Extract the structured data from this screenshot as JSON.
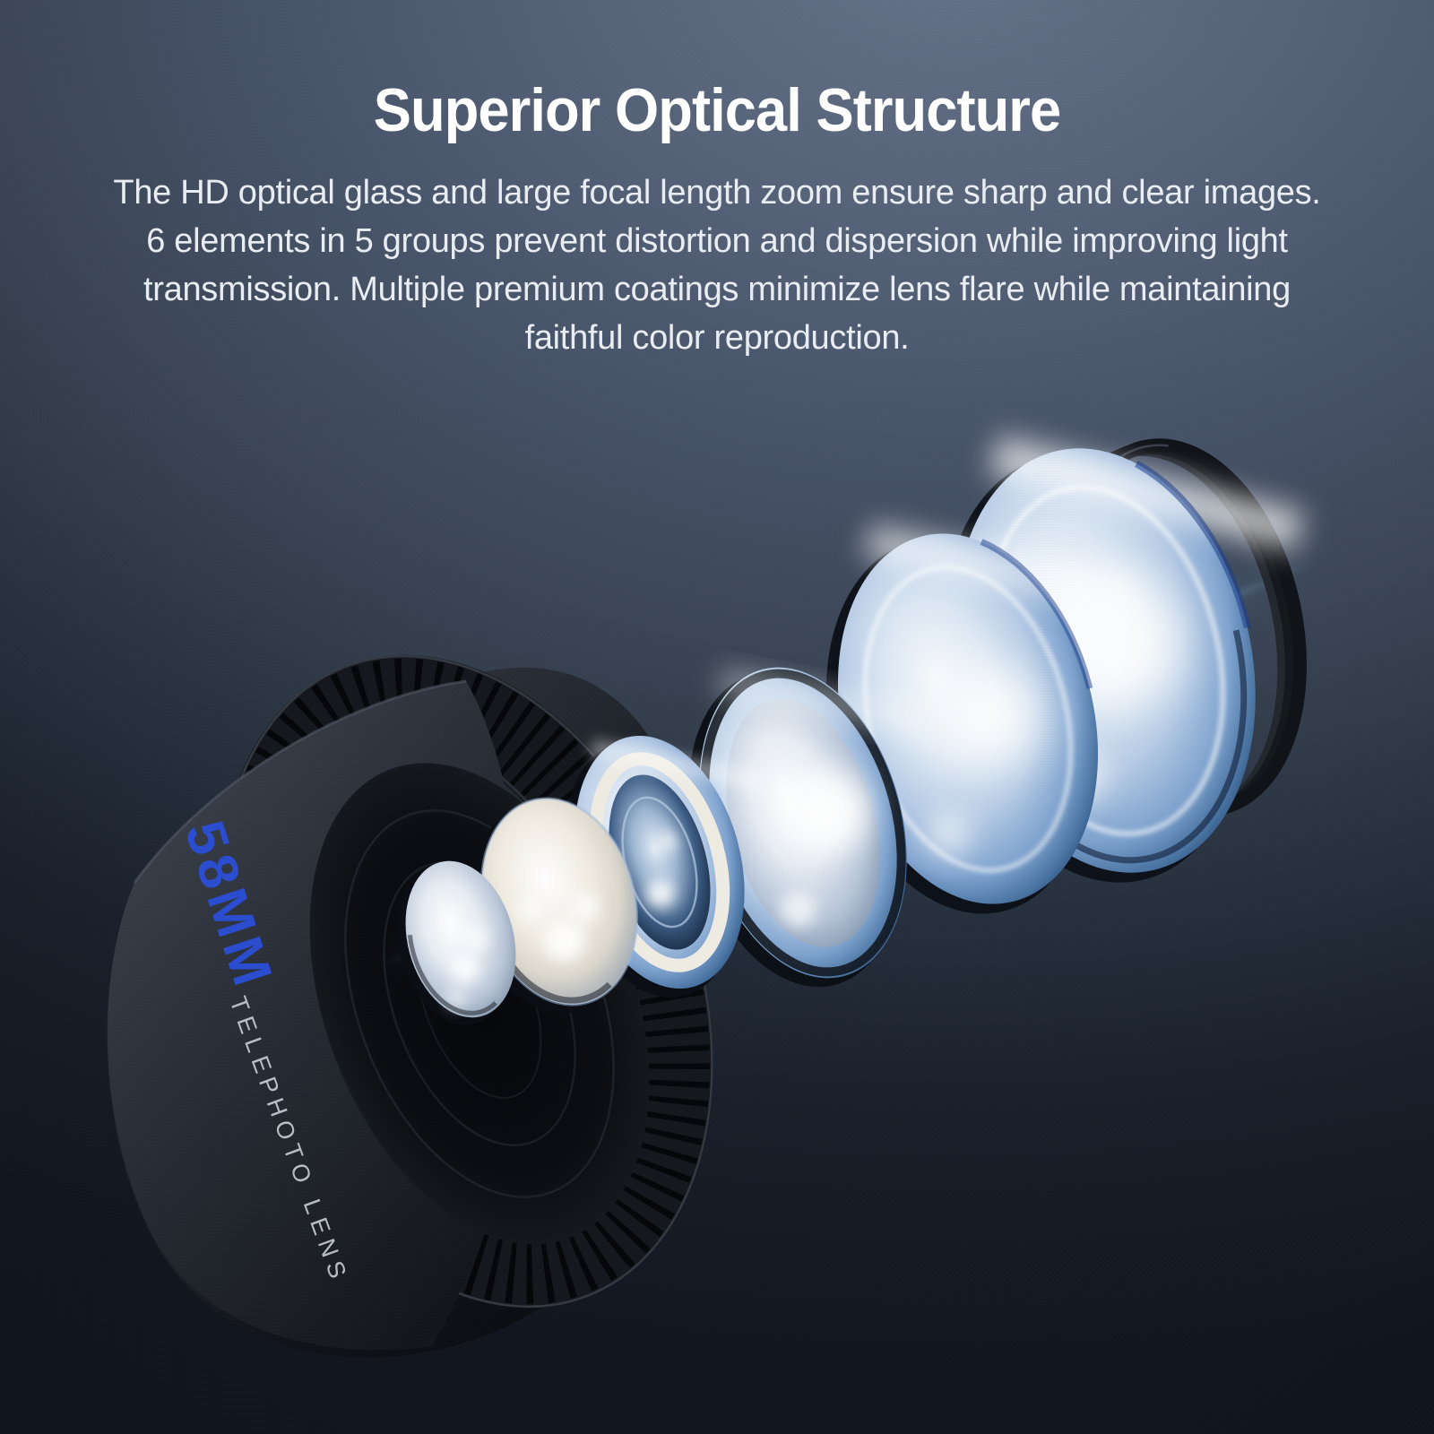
{
  "header": {
    "title": "Superior Optical Structure",
    "description_lines": [
      "The HD optical glass and large focal length zoom ensure sharp and clear images.",
      "6 elements in 5 groups prevent distortion and dispersion while improving light",
      "transmission. Multiple premium coatings minimize lens flare while maintaining",
      "faithful color reproduction."
    ]
  },
  "lens": {
    "marking_primary": "58MM",
    "marking_secondary": "TELEPHOTO LENS",
    "scene_parts": [
      "lens-barrel",
      "barrel-ribbed-grip",
      "barrel-mouth",
      "lens-element-1",
      "lens-element-2",
      "lens-element-3",
      "lens-element-4",
      "lens-element-5",
      "lens-element-6",
      "retaining-ring",
      "light-beam"
    ]
  },
  "colors": {
    "background_top": "#5b6778",
    "background_mid": "#3f4a59",
    "background_bottom": "#11151f",
    "title_text": "#ffffff",
    "body_text": "#e9edf2",
    "marking_blue": "#2b4dd0",
    "marking_silver": "#c6ccd4",
    "glass_light": "#dde8f4",
    "glass_deep": "#27497a",
    "beam_blue": "#bfeaff"
  }
}
